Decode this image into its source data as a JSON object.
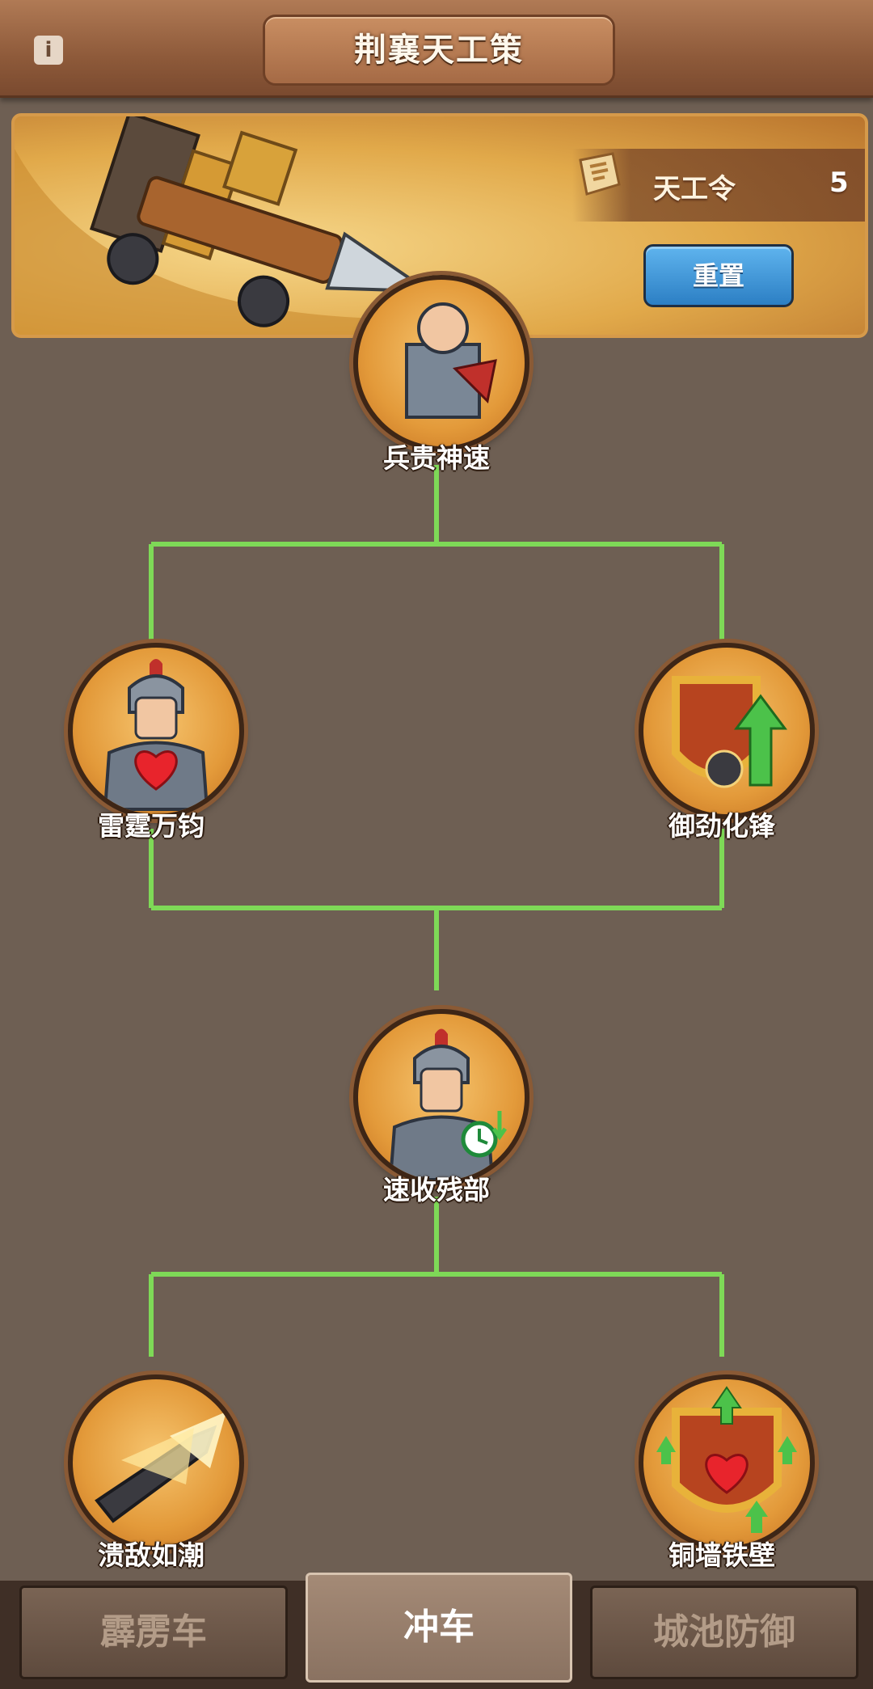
{
  "header": {
    "title": "荆襄天工策",
    "info_icon": "info-icon"
  },
  "banner": {
    "token_label": "天工令",
    "token_count": "5",
    "reset_label": "重置"
  },
  "tree": {
    "line_color": "#7ed957",
    "nodes": [
      {
        "name": "node-bingguishensu",
        "label": "兵贵神速",
        "icon": "soldier-scroll-icon"
      },
      {
        "name": "node-leitingwanjun",
        "label": "雷霆万钧",
        "icon": "soldier-heart-icon"
      },
      {
        "name": "node-yujinhuafeng",
        "label": "御劲化锋",
        "icon": "shield-arrow-up-icon"
      },
      {
        "name": "node-susuocanbu",
        "label": "速收残部",
        "icon": "soldier-clock-icon"
      },
      {
        "name": "node-kuidirucho",
        "label": "溃敌如潮",
        "icon": "ram-spike-icon"
      },
      {
        "name": "node-tongqiangtiebi",
        "label": "铜墙铁壁",
        "icon": "shield-heart-icon"
      }
    ]
  },
  "tabs": [
    {
      "label": "霹雳车",
      "active": false
    },
    {
      "label": "冲车",
      "active": true
    },
    {
      "label": "城池防御",
      "active": false
    }
  ]
}
